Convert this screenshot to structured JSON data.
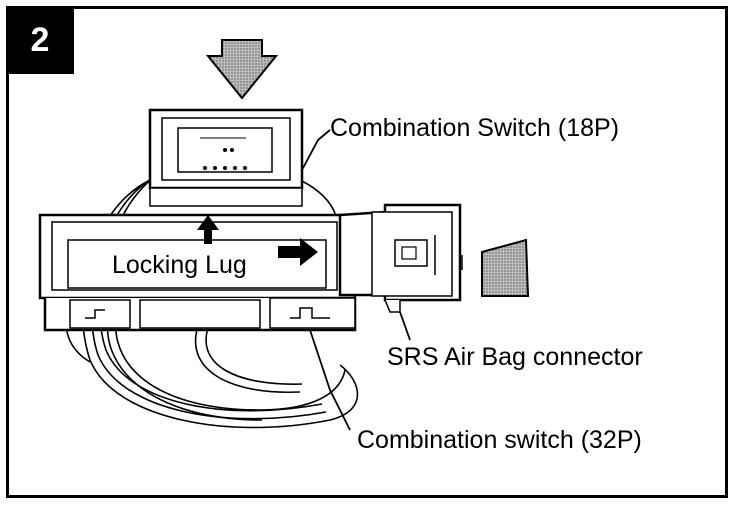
{
  "step_number": "2",
  "labels": {
    "combination_switch_18p": "Combination Switch (18P)",
    "locking_lug": "Locking Lug",
    "srs_air_bag_connector": "SRS Air Bag connector",
    "combination_switch_32p": "Combination switch (32P)"
  }
}
